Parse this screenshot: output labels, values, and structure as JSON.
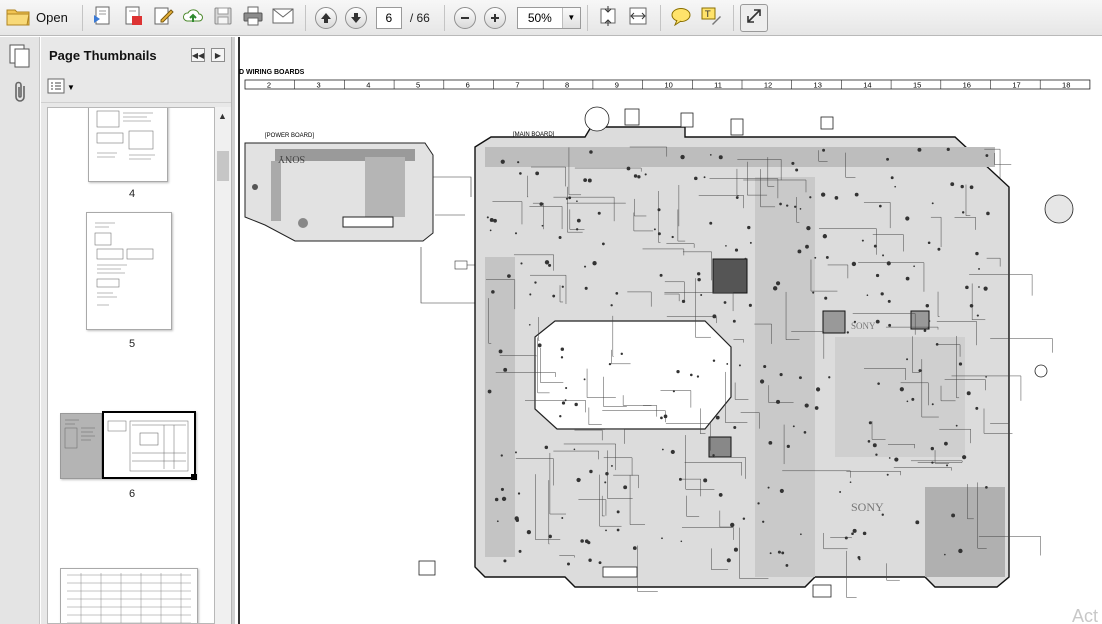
{
  "toolbar": {
    "open_label": "Open",
    "current_page": "6",
    "page_total": "/ 66",
    "zoom": "50%"
  },
  "thumbnails": {
    "title": "Page Thumbnails",
    "pages": [
      {
        "label": "4"
      },
      {
        "label": "5"
      },
      {
        "label": "6"
      }
    ]
  },
  "document": {
    "heading": "D WIRING BOARDS",
    "columns": [
      "2",
      "3",
      "4",
      "5",
      "6",
      "7",
      "8",
      "9",
      "10",
      "11",
      "12",
      "13",
      "14",
      "15",
      "16",
      "17",
      "18"
    ],
    "power_board_label": "[POWER BOARD]",
    "main_board_label": "[MAIN BOARD]",
    "brand_mirrored": "SONY",
    "brand_main": "SONY",
    "brand_center": "SONY"
  },
  "watermark": "Act",
  "colors": {
    "accent": "#2b5fa8",
    "selection": "#000000"
  }
}
